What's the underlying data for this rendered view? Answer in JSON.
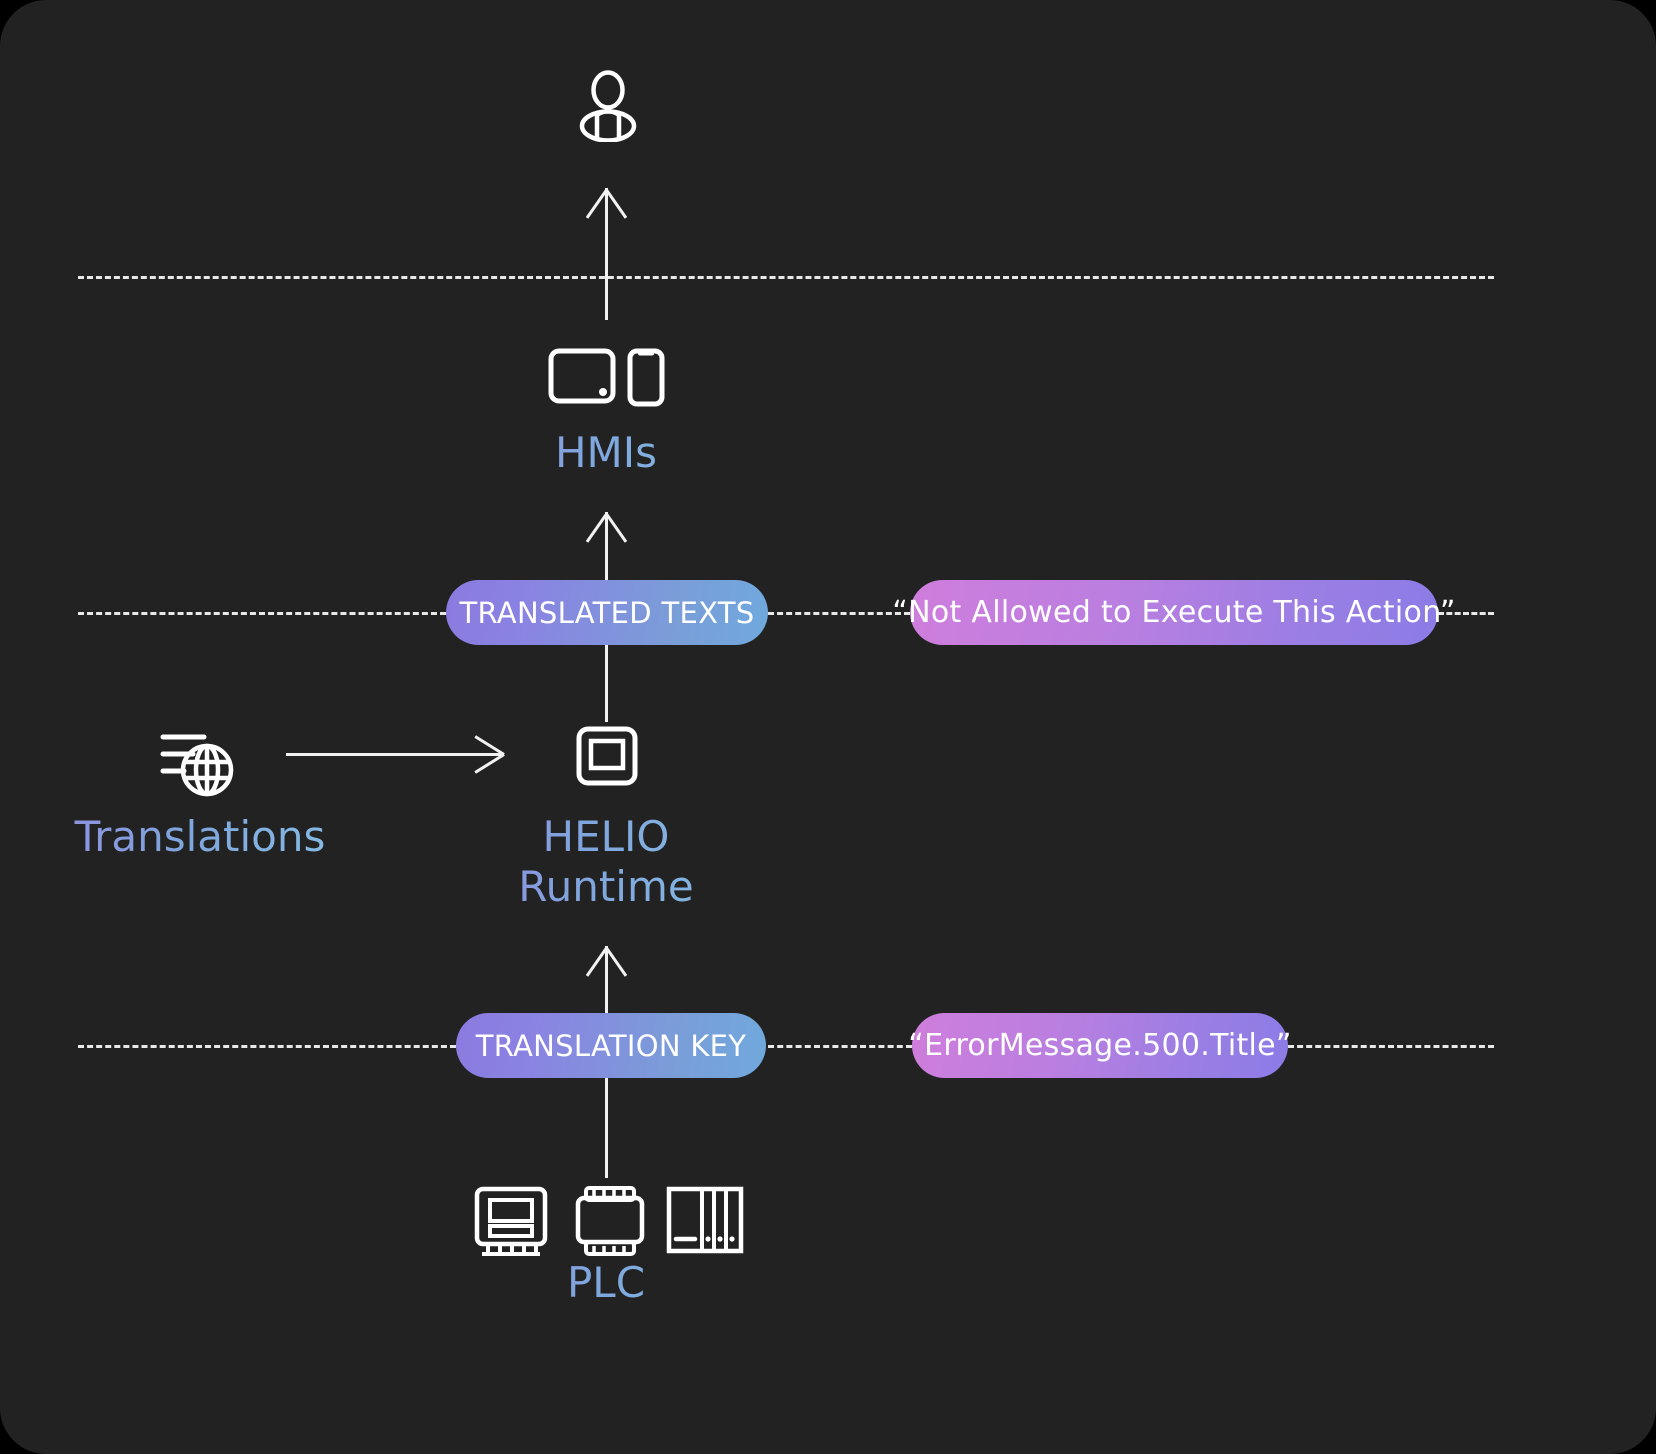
{
  "diagram": {
    "title": "HELIO translation flow",
    "background_color": "#222222",
    "page_color": "#000000",
    "line_color": "#f2f2f2",
    "label_gradient_start": "#8f8fe0",
    "label_gradient_end": "#86bde4",
    "pill_blue_gradient": [
      "#8b7ae0",
      "#6fa9dd"
    ],
    "pill_pink_gradient": [
      "#cf7ddc",
      "#8c7ce6"
    ]
  },
  "nodes": {
    "user": {
      "icon": "user-person-icon",
      "label": ""
    },
    "hmis": {
      "icon": "monitor-and-phone-icon",
      "label": "HMIs"
    },
    "translations": {
      "icon": "translations-globe-icon",
      "label": "Translations"
    },
    "helio": {
      "icon": "helio-runtime-screen-icon",
      "label": "HELIO\nRuntime"
    },
    "plc": {
      "icon": "plc-modules-icon",
      "label": "PLC"
    }
  },
  "pills": {
    "translated_texts": {
      "label": "TRANSLATED TEXTS",
      "style": "blue"
    },
    "translated_example": {
      "label": "“Not Allowed to Execute This Action”",
      "style": "pink"
    },
    "translation_key": {
      "label": "TRANSLATION KEY",
      "style": "blue"
    },
    "translation_key_example": {
      "label": "“ErrorMessage.500.Title”",
      "style": "pink"
    }
  },
  "connectors": {
    "helio_to_hmis": "arrow-up",
    "hmis_to_user": "arrow-up",
    "plc_to_helio": "arrow-up",
    "translations_to_helio": "arrow-right"
  }
}
